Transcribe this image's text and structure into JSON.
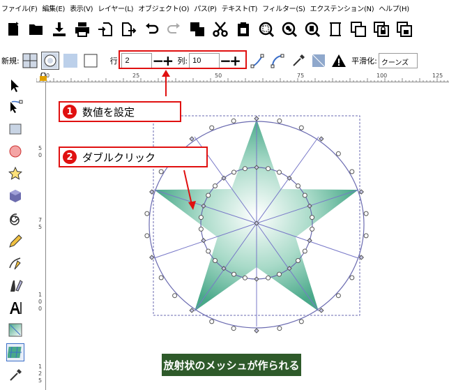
{
  "menu": [
    "ファイル(F)",
    "編集(E)",
    "表示(V)",
    "レイヤー(L)",
    "オブジェクト(O)",
    "パス(P)",
    "テキスト(T)",
    "フィルター(S)",
    "エクステンション(N)",
    "ヘルプ(H)"
  ],
  "controls": {
    "new_label": "新規:",
    "row_label": "行:",
    "row_value": "2",
    "col_label": "列:",
    "col_value": "10",
    "smoothing_label": "平滑化:",
    "smoothing_value": "クーンズ"
  },
  "ruler": {
    "h": [
      "0",
      "25",
      "50",
      "75",
      "100",
      "125"
    ],
    "v": [
      "5",
      "0",
      "7",
      "5",
      "1",
      "0",
      "0",
      "1",
      "2",
      "5"
    ]
  },
  "callouts": {
    "one_num": "1",
    "one_text": "数値を設定",
    "two_num": "2",
    "two_text": "ダブルクリック"
  },
  "caption": "放射状のメッシュが作られる",
  "colors": {
    "accent": "#e01010",
    "caption_bg": "#2e5a2a",
    "mesh": "#4aa98a"
  }
}
